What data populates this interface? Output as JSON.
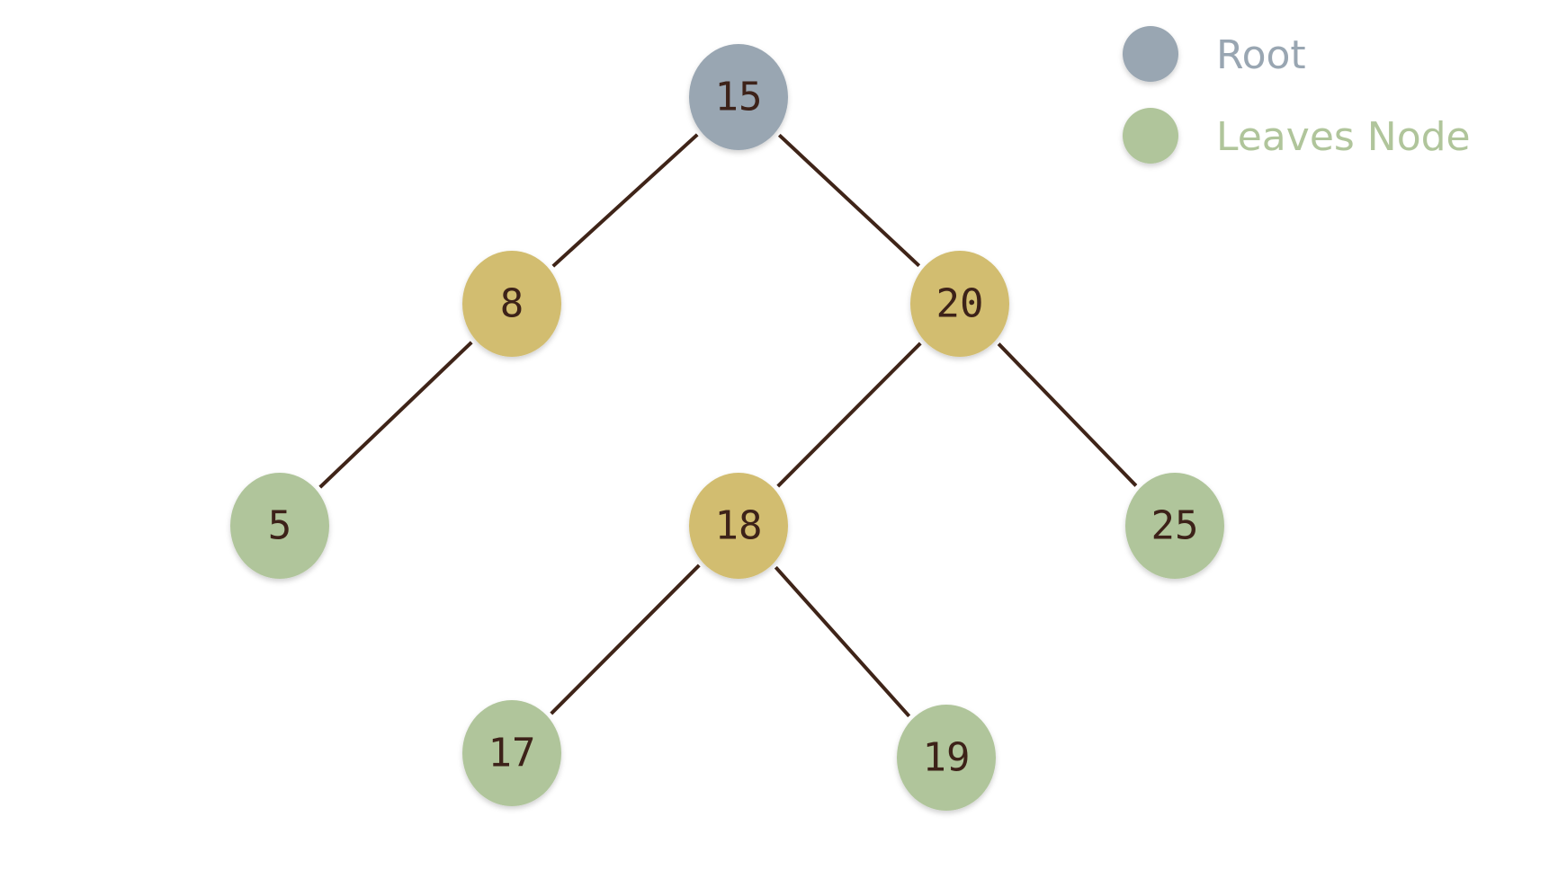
{
  "colors": {
    "root": "#99a6b2",
    "internal": "#d2bd6f",
    "leaf": "#b0c59b",
    "edge": "#3f2418",
    "label": "#3d2219"
  },
  "legend": [
    {
      "label": "Root",
      "kind": "root"
    },
    {
      "label": "Leaves Node",
      "kind": "leaf"
    }
  ],
  "nodes": [
    {
      "id": "n15",
      "label": "15",
      "kind": "root"
    },
    {
      "id": "n8",
      "label": "8",
      "kind": "internal"
    },
    {
      "id": "n20",
      "label": "20",
      "kind": "internal"
    },
    {
      "id": "n5",
      "label": "5",
      "kind": "leaf"
    },
    {
      "id": "n18",
      "label": "18",
      "kind": "internal"
    },
    {
      "id": "n25",
      "label": "25",
      "kind": "leaf"
    },
    {
      "id": "n17",
      "label": "17",
      "kind": "leaf"
    },
    {
      "id": "n19",
      "label": "19",
      "kind": "leaf"
    }
  ],
  "edges": [
    [
      "n15",
      "n8"
    ],
    [
      "n15",
      "n20"
    ],
    [
      "n8",
      "n5"
    ],
    [
      "n20",
      "n18"
    ],
    [
      "n20",
      "n25"
    ],
    [
      "n18",
      "n17"
    ],
    [
      "n18",
      "n19"
    ]
  ]
}
